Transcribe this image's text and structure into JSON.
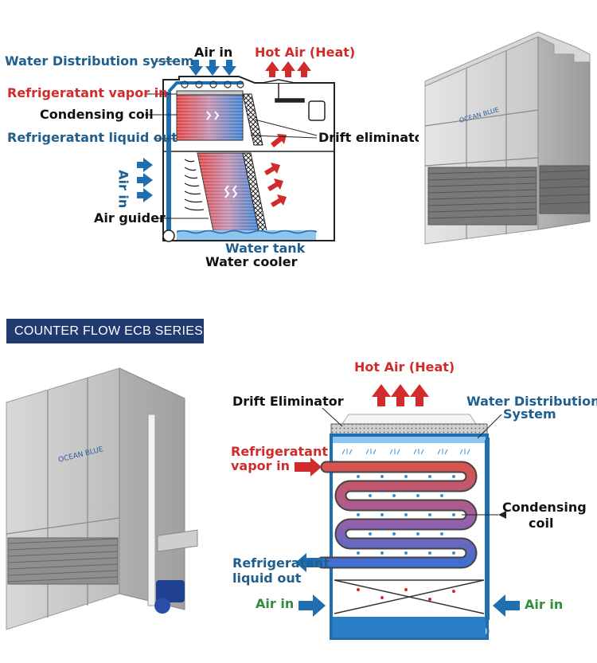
{
  "top_diagram": {
    "water_distribution": "Water Distribution system",
    "air_in_top": "Air in",
    "hot_air": "Hot Air (Heat)",
    "refrigerant_vapor_in": "Refrigeratant vapor in",
    "condensing_coil": "Condensing coil",
    "refrigerant_liquid_out": "Refrigeratant liquid out",
    "drift_eliminator": "Drift eliminator",
    "air_in_side": "Air in",
    "air_guider": "Air guider",
    "water_tank": "Water tank",
    "water_cooler": "Water cooler"
  },
  "top_photo": {
    "brand": "OCEAN BLUE"
  },
  "banner": {
    "title": "COUNTER FLOW ECB SERIES"
  },
  "bottom_photo": {
    "brand": "OCEAN BLUE"
  },
  "bottom_diagram": {
    "hot_air": "Hot Air (Heat)",
    "drift_eliminator": "Drift Eliminator",
    "water_distribution_line1": "Water Distribution",
    "water_distribution_line2": "System",
    "refrigerant_vapor_line1": "Refrigeratant",
    "refrigerant_vapor_line2": "vapor in",
    "condensing_line1": "Condensing",
    "condensing_line2": "coil",
    "refrigerant_liquid_line1": "Refrigeratant",
    "refrigerant_liquid_line2": "liquid out",
    "air_in_left": "Air in",
    "air_in_right": "Air in"
  },
  "colors": {
    "accent_blue": "#1f5f8f",
    "accent_red": "#d22b2b",
    "banner_navy": "#1e3a6e",
    "air_green": "#2f8f3a"
  }
}
